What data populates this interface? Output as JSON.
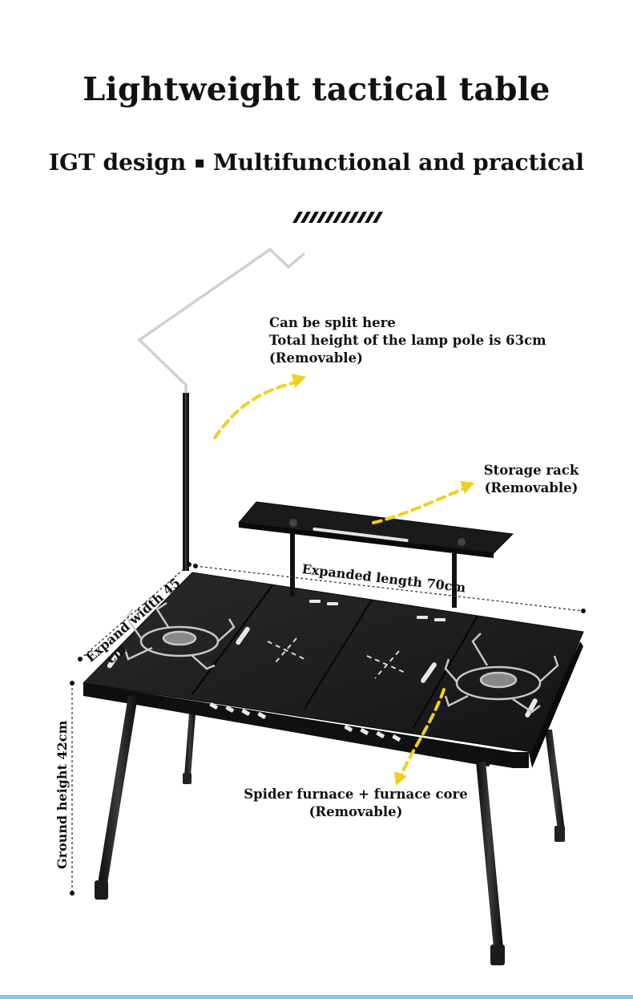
{
  "title": "Lightweight tactical table",
  "subtitle": {
    "left": "IGT design",
    "separator": "▪",
    "right": "Multifunctional and practical"
  },
  "annotations": {
    "lamp_pole": {
      "line1": "Can be split here",
      "line2": "Total height of the lamp pole is 63cm",
      "line3": "(Removable)"
    },
    "storage_rack": {
      "line1": "Storage rack",
      "line2": "(Removable)"
    },
    "spider_furnace": {
      "line1": "Spider furnace + furnace core",
      "line2": "(Removable)"
    },
    "expanded_length": "Expanded length 70cm",
    "expand_width": {
      "line1": "Expand width 45",
      "line2": "cm"
    },
    "ground_height": "Ground height 42cm"
  },
  "colors": {
    "accent_arrow": "#f2cf1d",
    "table": "#1b1b1b",
    "bottom_line": "#8cc6e6"
  }
}
